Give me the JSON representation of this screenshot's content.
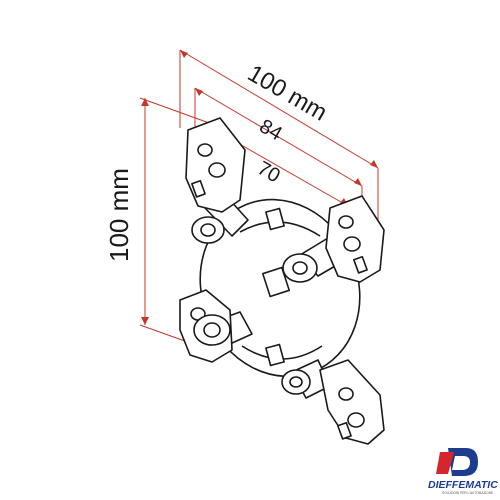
{
  "dimensions": {
    "top_outer": "100 mm",
    "top_middle": "84",
    "top_inner": "70",
    "left_height": "100 mm"
  },
  "brand": {
    "name": "DIEFFEMATIC",
    "tagline": "SOLUZIONI PER L'AUTOMAZIONE"
  },
  "colors": {
    "dimension_line": "#c0392b",
    "outline": "#1a1a1a",
    "brand_blue": "#1d3c8f",
    "brand_red": "#d6262b"
  }
}
